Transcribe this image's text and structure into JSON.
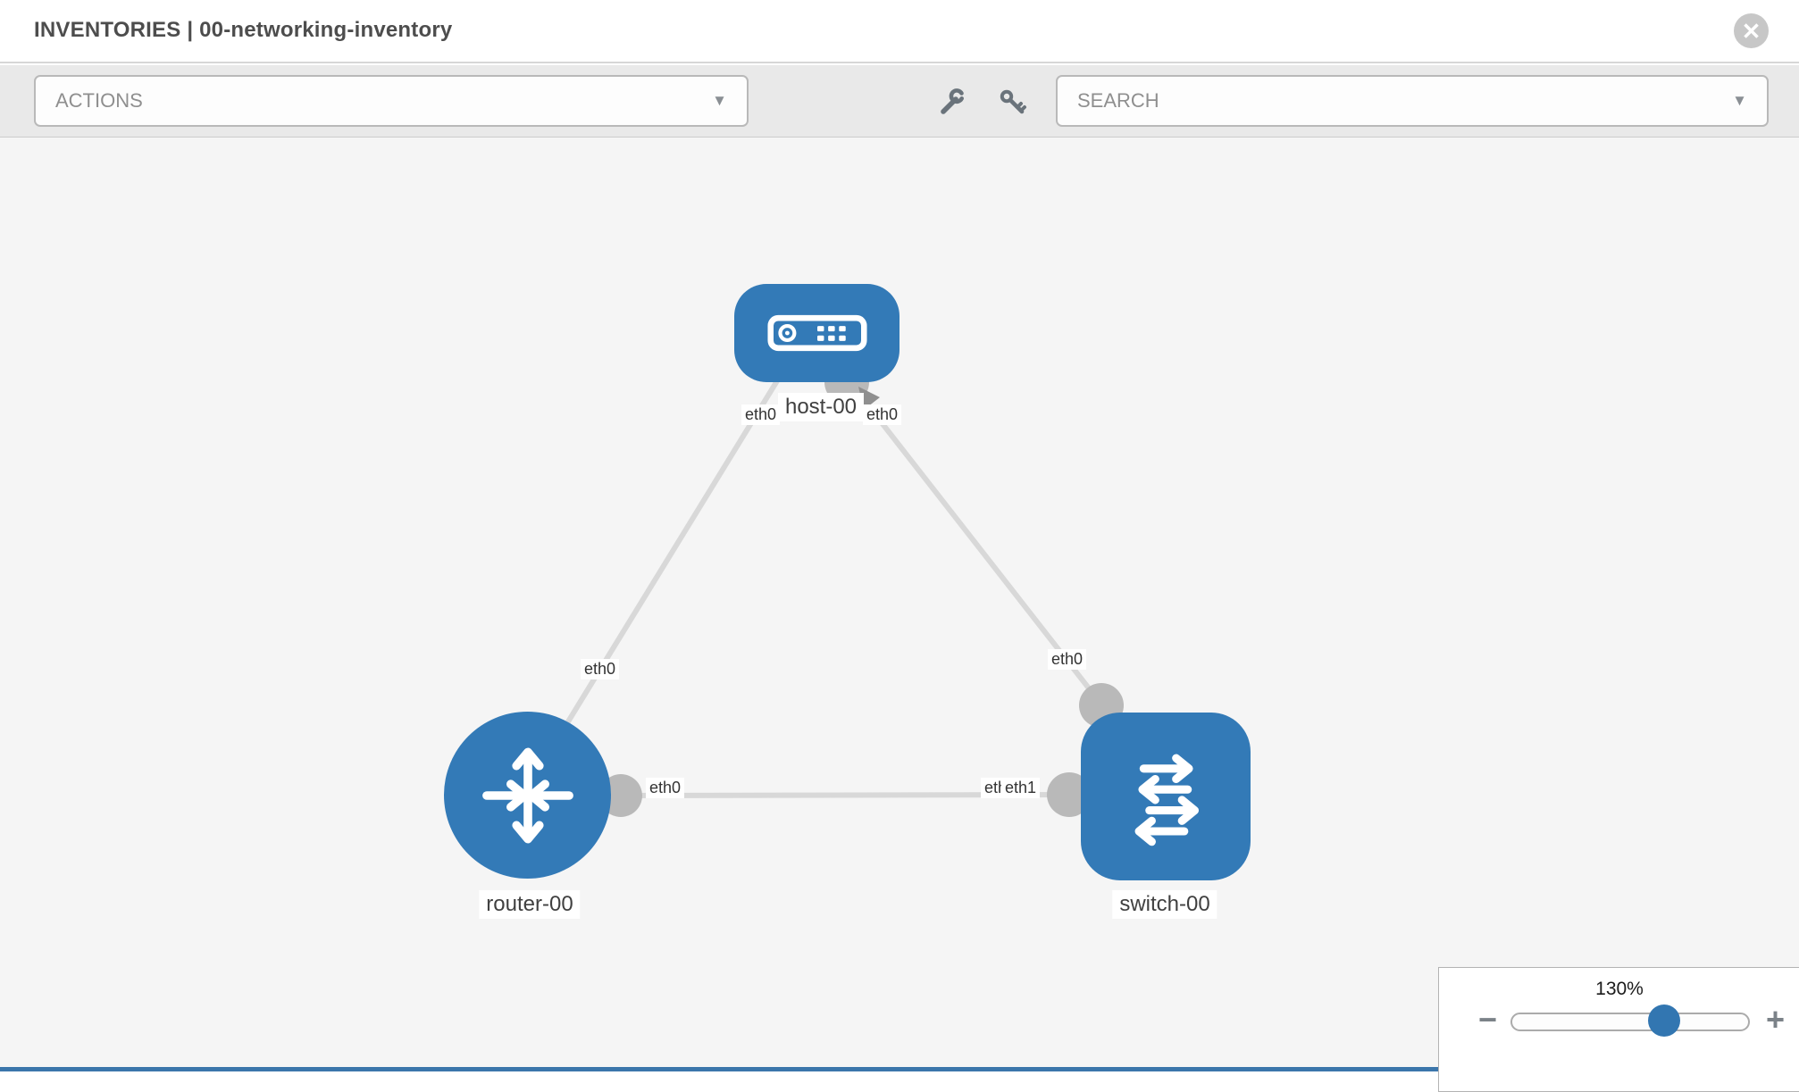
{
  "header": {
    "title": "INVENTORIES | 00-networking-inventory",
    "close_glyph": "✕"
  },
  "toolbar": {
    "actions_label": "ACTIONS",
    "search_label": "SEARCH",
    "caret_glyph": "▼",
    "icons": [
      "wrench-icon",
      "key-icon"
    ]
  },
  "diagram": {
    "nodes": [
      {
        "id": "host-00",
        "type": "host",
        "label": "host-00"
      },
      {
        "id": "router-00",
        "type": "router",
        "label": "router-00"
      },
      {
        "id": "switch-00",
        "type": "switch",
        "label": "switch-00"
      }
    ],
    "links": [
      {
        "from": "host-00",
        "to": "router-00",
        "from_iface": "eth0",
        "to_iface": "eth0"
      },
      {
        "from": "host-00",
        "to": "switch-00",
        "from_iface": "eth0",
        "to_iface": "eth0"
      },
      {
        "from": "router-00",
        "to": "switch-00",
        "from_iface": "eth0",
        "to_iface": "eth1"
      }
    ],
    "iface_labels": [
      {
        "text": "eth0",
        "near": "host-left"
      },
      {
        "text": "eth0",
        "near": "host-right"
      },
      {
        "text": "eth0",
        "near": "router-host-link"
      },
      {
        "text": "eth0",
        "near": "router-right"
      },
      {
        "text": "eth0",
        "near": "switch-top"
      },
      {
        "text": "eth1",
        "near": "switch-left-back"
      },
      {
        "text": "eth1",
        "near": "switch-left-front"
      }
    ]
  },
  "zoom_panel": {
    "percent": "130%",
    "minus_glyph": "−",
    "plus_glyph": "+"
  },
  "colors": {
    "node_blue": "#337ab7",
    "link_gray": "#d8d8d8",
    "iface_circle_gray": "#b9b9b9",
    "arrowhead_gray": "#8f8f8f",
    "toolbar_bg": "#e9e9e9",
    "canvas_bg": "#f5f5f5",
    "slider_thumb_blue": "#3276b1"
  }
}
